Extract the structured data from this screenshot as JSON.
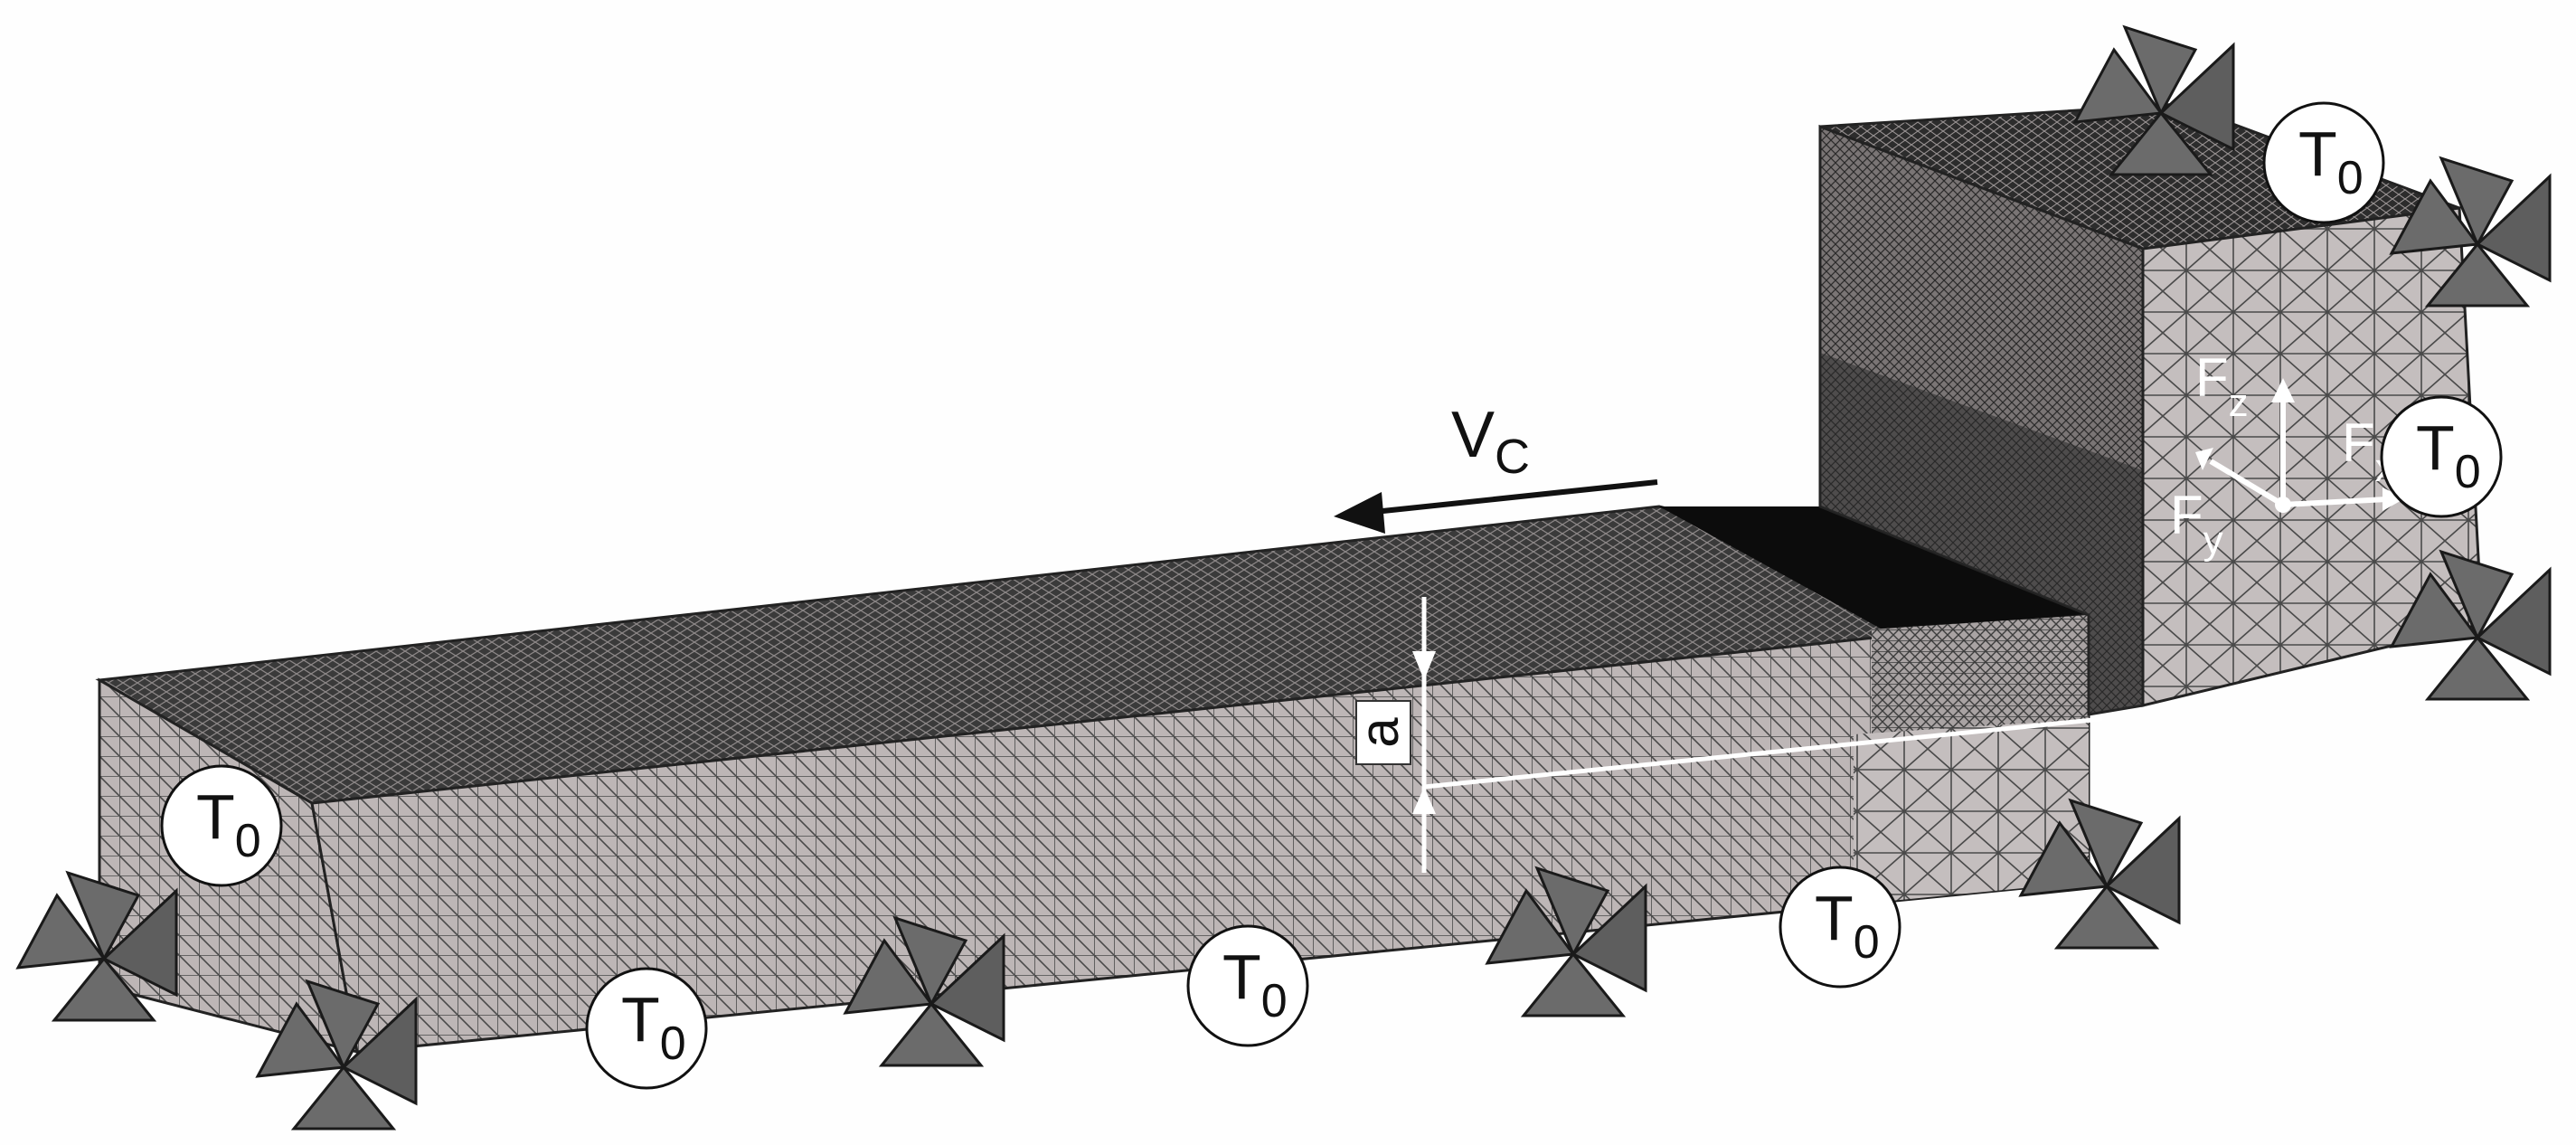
{
  "labels": {
    "temperature": "T",
    "temperature_sub": "0",
    "velocity": "V",
    "velocity_sub": "C",
    "depth": "a",
    "force_x": "F",
    "force_x_sub": "x",
    "force_y": "F",
    "force_y_sub": "y",
    "force_z": "F",
    "force_z_sub": "z"
  },
  "colors": {
    "mesh_face_light": "#b8b2b2",
    "mesh_face_dark": "#1e1e1e",
    "mesh_line": "#4a4a4a",
    "support_triangle": "#6b6b6b",
    "label_circle_fill": "#ffffff"
  },
  "icons": {
    "support": "fixed-support-tripod-icon",
    "velocity_arrow": "arrow-left-icon",
    "force_arrows": "coordinate-axes-icon"
  }
}
